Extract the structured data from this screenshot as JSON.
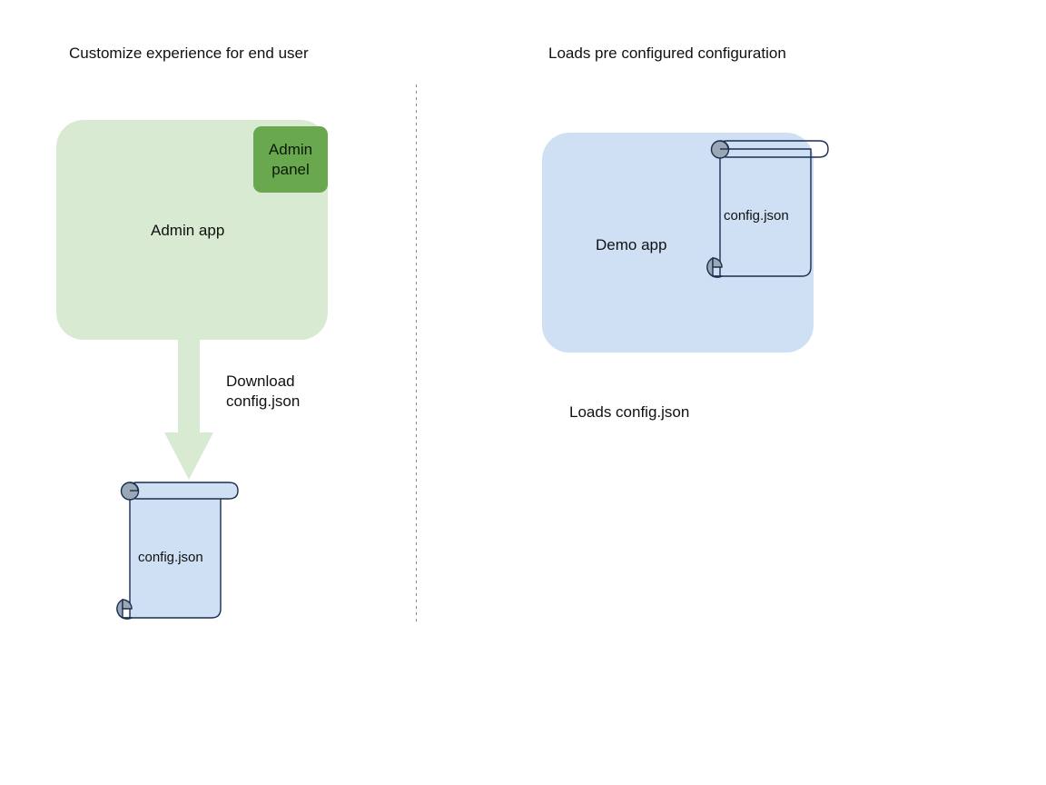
{
  "diagram": {
    "columns": {
      "left": {
        "title": "Customize experience for end user",
        "app": {
          "label": "Admin app",
          "fill": "#d9ead3",
          "badge": {
            "label": "Admin\npanel",
            "fill": "#6aa84f"
          }
        },
        "arrow": {
          "label": "Download\nconfig.json",
          "fill": "#d9ead3",
          "direction": "down"
        },
        "document": {
          "label": "config.json",
          "fill": "#cfe0f4",
          "stroke": "#1a2e4f",
          "curl_fill": "#9aa7b5",
          "icon": "scroll-icon"
        }
      },
      "right": {
        "title": "Loads pre configured configuration",
        "app": {
          "label": "Demo app",
          "fill": "#cfe0f4"
        },
        "document": {
          "label": "config.json",
          "fill": "none",
          "stroke": "#1a2e4f",
          "curl_fill": "#9aa7b5",
          "icon": "scroll-icon"
        },
        "caption": "Loads config.json"
      }
    },
    "divider": {
      "style": "dotted",
      "color": "#8a8a8a"
    }
  }
}
